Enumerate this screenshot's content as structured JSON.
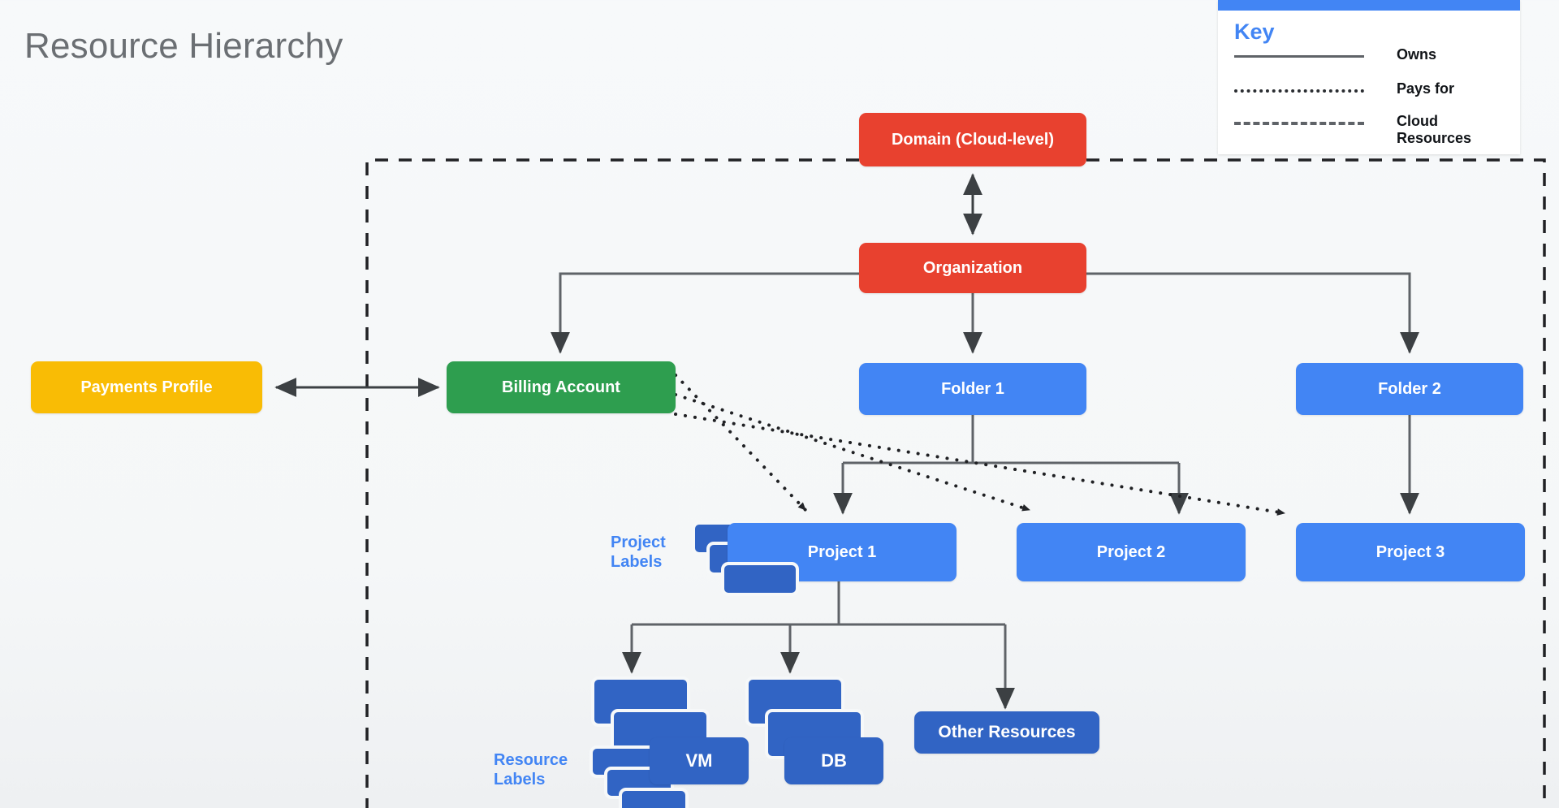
{
  "page": {
    "title": "Resource Hierarchy",
    "background_color": "#f6f8f9",
    "title_color": "#6b6f73"
  },
  "key": {
    "heading": "Key",
    "accent_color": "#4285f4",
    "rows": [
      {
        "style": "solid",
        "label": "Owns"
      },
      {
        "style": "dotted",
        "label": "Pays for"
      },
      {
        "style": "dashed",
        "label": "Cloud\nResources"
      }
    ]
  },
  "nodes": {
    "domain": {
      "label": "Domain (Cloud-level)",
      "color": "#e8412f"
    },
    "organization": {
      "label": "Organization",
      "color": "#e8412f"
    },
    "payments": {
      "label": "Payments Profile",
      "color": "#f9bc05"
    },
    "billing": {
      "label": "Billing Account",
      "color": "#2e9e4f"
    },
    "folder1": {
      "label": "Folder 1",
      "color": "#4285f4"
    },
    "folder2": {
      "label": "Folder 2",
      "color": "#4285f4"
    },
    "project1": {
      "label": "Project 1",
      "color": "#4285f4"
    },
    "project2": {
      "label": "Project 2",
      "color": "#4285f4"
    },
    "project3": {
      "label": "Project 3",
      "color": "#4285f4"
    },
    "vm": {
      "label": "VM",
      "color": "#3164c4"
    },
    "db": {
      "label": "DB",
      "color": "#3164c4"
    },
    "other": {
      "label": "Other Resources",
      "color": "#3164c4"
    }
  },
  "captions": {
    "project_labels": "Project\nLabels",
    "resource_labels": "Resource\nLabels",
    "caption_color": "#4285f4"
  },
  "boundary": {
    "name": "cloud-resources-boundary",
    "style": "dashed"
  },
  "edges": [
    {
      "from": "domain",
      "to": "organization",
      "kind": "owns",
      "arrows": "both"
    },
    {
      "from": "organization",
      "to": "billing",
      "kind": "owns",
      "arrows": "end"
    },
    {
      "from": "organization",
      "to": "folder1",
      "kind": "owns",
      "arrows": "end"
    },
    {
      "from": "organization",
      "to": "folder2",
      "kind": "owns",
      "arrows": "end"
    },
    {
      "from": "payments",
      "to": "billing",
      "kind": "owns",
      "arrows": "both"
    },
    {
      "from": "folder1",
      "to": "project1",
      "kind": "owns",
      "arrows": "end"
    },
    {
      "from": "folder1",
      "to": "project2",
      "kind": "owns",
      "arrows": "end"
    },
    {
      "from": "folder2",
      "to": "project3",
      "kind": "owns",
      "arrows": "end"
    },
    {
      "from": "project1",
      "to": "vm",
      "kind": "owns",
      "arrows": "end"
    },
    {
      "from": "project1",
      "to": "db",
      "kind": "owns",
      "arrows": "end"
    },
    {
      "from": "project1",
      "to": "other",
      "kind": "owns",
      "arrows": "end"
    },
    {
      "from": "billing",
      "to": "project1",
      "kind": "pays-for",
      "arrows": "end"
    },
    {
      "from": "billing",
      "to": "project2",
      "kind": "pays-for",
      "arrows": "end"
    },
    {
      "from": "billing",
      "to": "project3",
      "kind": "pays-for",
      "arrows": "end"
    }
  ]
}
